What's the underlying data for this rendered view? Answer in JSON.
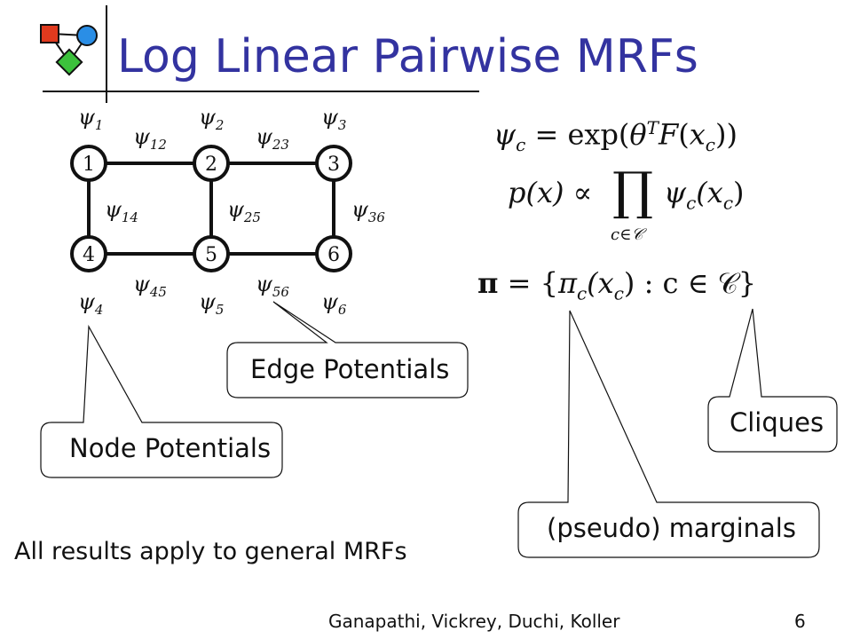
{
  "title": "Log Linear Pairwise MRFs",
  "graph": {
    "nodes": [
      {
        "id": "1",
        "label": "1",
        "potential": "ψ",
        "potential_sub": "1"
      },
      {
        "id": "2",
        "label": "2",
        "potential": "ψ",
        "potential_sub": "2"
      },
      {
        "id": "3",
        "label": "3",
        "potential": "ψ",
        "potential_sub": "3"
      },
      {
        "id": "4",
        "label": "4",
        "potential": "ψ",
        "potential_sub": "4"
      },
      {
        "id": "5",
        "label": "5",
        "potential": "ψ",
        "potential_sub": "5"
      },
      {
        "id": "6",
        "label": "6",
        "potential": "ψ",
        "potential_sub": "6"
      }
    ],
    "edges": [
      {
        "from": "1",
        "to": "2",
        "potential": "ψ",
        "potential_sub": "12"
      },
      {
        "from": "2",
        "to": "3",
        "potential": "ψ",
        "potential_sub": "23"
      },
      {
        "from": "1",
        "to": "4",
        "potential": "ψ",
        "potential_sub": "14"
      },
      {
        "from": "2",
        "to": "5",
        "potential": "ψ",
        "potential_sub": "25"
      },
      {
        "from": "3",
        "to": "6",
        "potential": "ψ",
        "potential_sub": "36"
      },
      {
        "from": "4",
        "to": "5",
        "potential": "ψ",
        "potential_sub": "45"
      },
      {
        "from": "5",
        "to": "6",
        "potential": "ψ",
        "potential_sub": "56"
      }
    ]
  },
  "equations": {
    "eq1": {
      "lhs": "ψ",
      "lhs_sub": "c",
      "rhs_pre": " = exp(",
      "theta": "θ",
      "sup": "T",
      "F": "F",
      "x": "x",
      "x_sub": "c",
      "rhs_post": "))"
    },
    "eq2": {
      "lhs": "p(x) ∝ ",
      "prod": "∏",
      "prod_sub": "c∈𝒞",
      "psi": "ψ",
      "psi_sub": "c",
      "arg": "(x",
      "arg_sub": "c",
      "close": ")"
    },
    "eq3": {
      "pi": "π",
      "pre": " = {",
      "pi_c": "π",
      "pi_c_sub": "c",
      "arg": "(x",
      "arg_sub": "c",
      "mid": ")  :  c ∈ 𝒞}"
    }
  },
  "callouts": {
    "edge": "Edge Potentials",
    "node": "Node Potentials",
    "cliques": "Cliques",
    "marginals": "(pseudo) marginals"
  },
  "note": "All results apply to general MRFs",
  "footer": "Ganapathi, Vickrey, Duchi, Koller",
  "page_number": "6"
}
